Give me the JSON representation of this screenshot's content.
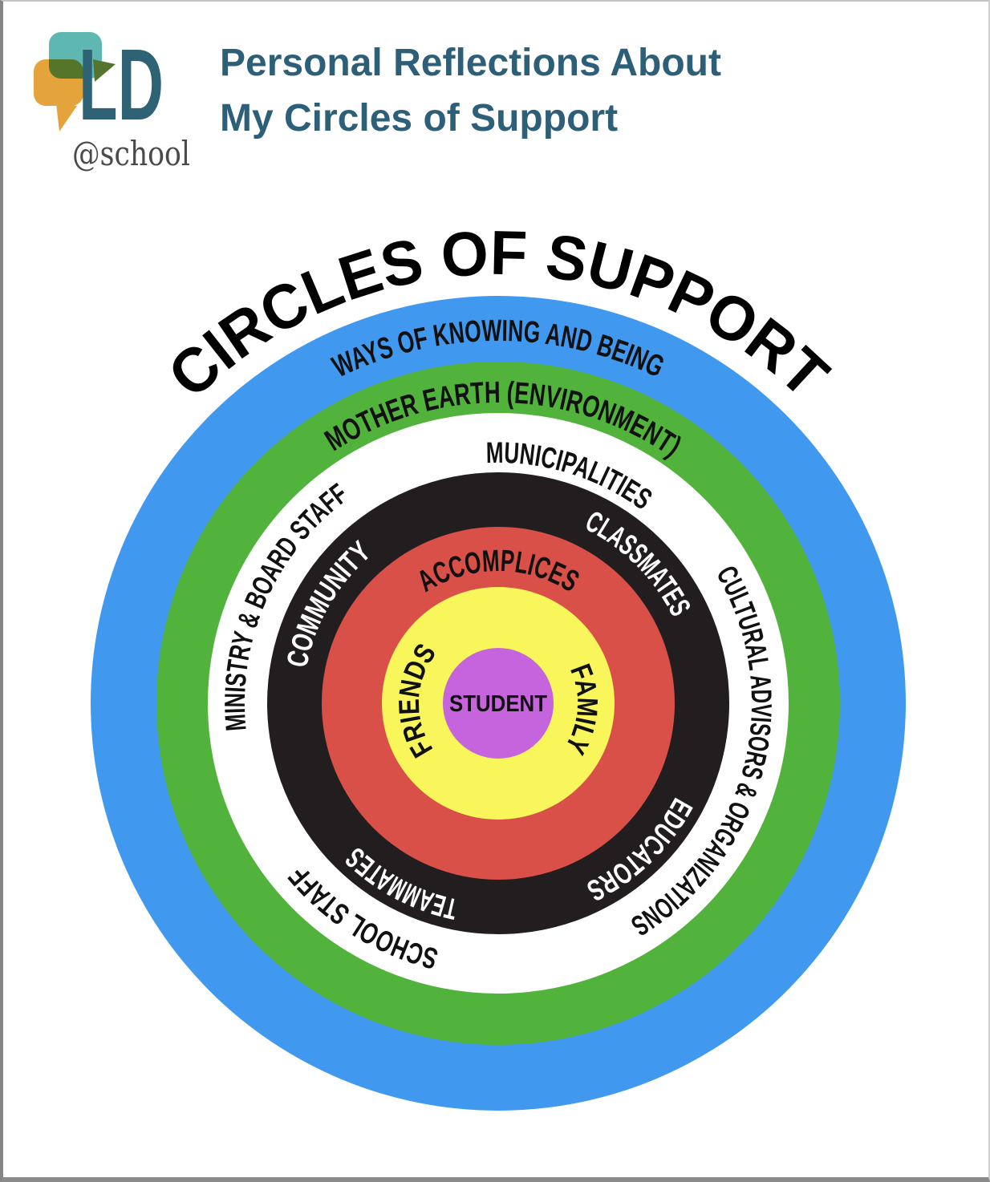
{
  "header": {
    "logo": {
      "ld": "LD",
      "school": "@school"
    },
    "title_line1": "Personal Reflections About",
    "title_line2": "My Circles of Support"
  },
  "diagram": {
    "title": "CIRCLES OF SUPPORT",
    "rings": [
      {
        "name": "outer-blue",
        "color": "#4099EF",
        "labels": [
          "WAYS OF KNOWING AND BEING"
        ]
      },
      {
        "name": "green",
        "color": "#52B33C",
        "labels": [
          "MOTHER EARTH (ENVIRONMENT)"
        ]
      },
      {
        "name": "white",
        "color": "#FFFFFF",
        "labels": [
          "MUNICIPALITIES",
          "MINISTRY & BOARD STAFF",
          "CULTURAL ADVISORS & ORGANIZATIONS",
          "SCHOOL STAFF"
        ]
      },
      {
        "name": "black",
        "color": "#221E1F",
        "labels": [
          "CLASSMATES",
          "COMMUNITY",
          "EDUCATORS",
          "TEAMMATES"
        ]
      },
      {
        "name": "red",
        "color": "#D95049",
        "labels": [
          "ACCOMPLICES"
        ]
      },
      {
        "name": "yellow",
        "color": "#F8F65A",
        "labels": [
          "FRIENDS",
          "FAMILY"
        ]
      },
      {
        "name": "purple-center",
        "color": "#C564DD",
        "labels": [
          "STUDENT"
        ]
      }
    ]
  },
  "colors": {
    "page_background": "#FFFFFF",
    "frame_border": "#8A8A8A",
    "header_title": "#2E5F78",
    "logo_teal": "#5FB7B2",
    "logo_orange": "#E5A33C",
    "logo_tail_overlap": "#55742E",
    "logo_ld_text": "#2E6375",
    "logo_school_text": "#4A4A4A",
    "diagram_title_text": "#000000",
    "label_dark": "#111111",
    "label_light": "#FFFFFF"
  }
}
